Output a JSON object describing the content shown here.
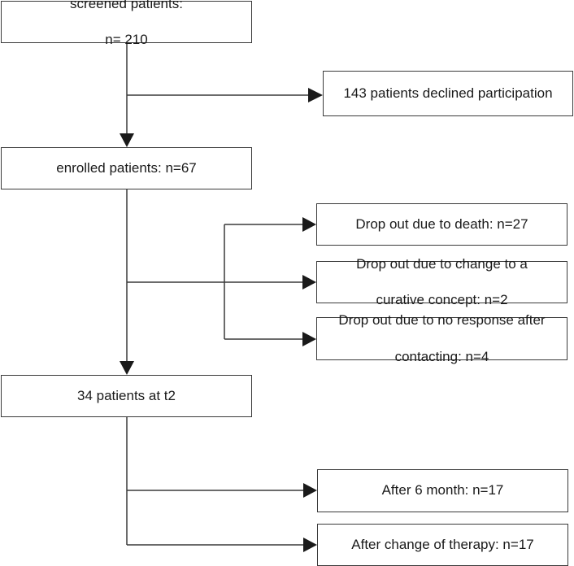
{
  "flowchart": {
    "screened": {
      "line1": "screened patients:",
      "line2": "n= 210"
    },
    "declined": "143 patients declined participation",
    "enrolled": "enrolled patients: n=67",
    "death": "Drop out due to death: n=27",
    "curative": {
      "line1": "Drop out due to change to a",
      "line2": "curative concept: n=2"
    },
    "no_response": {
      "line1": "Drop out due to no response after",
      "line2": "contacting: n=4"
    },
    "t2": "34 patients at t2",
    "six_month": "After 6 month: n=17",
    "therapy_change": "After change of therapy: n=17"
  }
}
